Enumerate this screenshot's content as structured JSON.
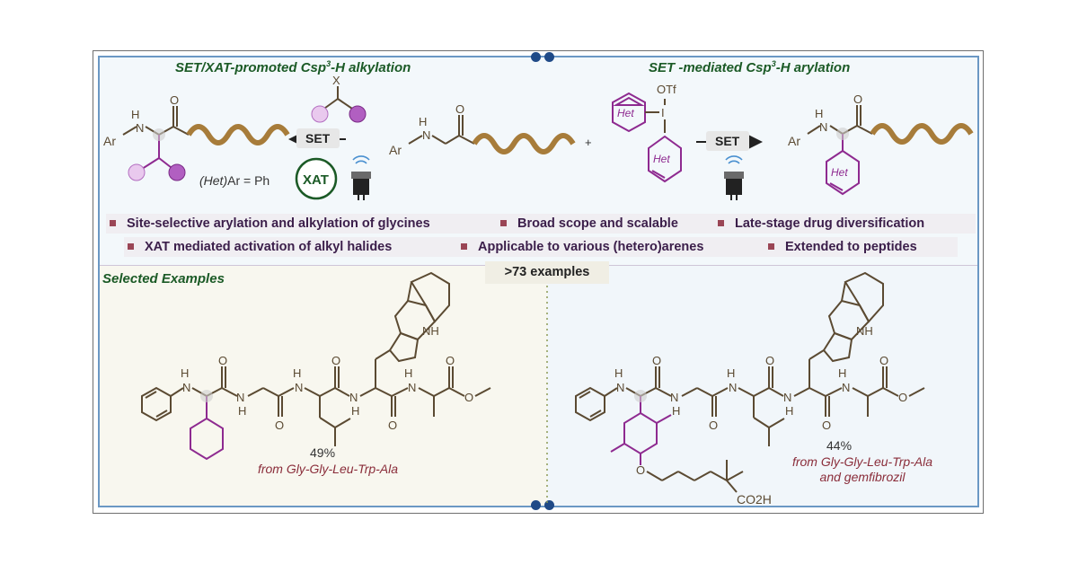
{
  "header": {
    "left_title_prefix": "SET/XAT-promoted Csp",
    "left_title_sup": "3",
    "left_title_suffix": "-H alkylation",
    "right_title_prefix": "SET -mediated Csp",
    "right_title_sup": "3",
    "right_title_suffix": "-H arylation"
  },
  "scheme": {
    "set_left": "SET",
    "set_right": "SET",
    "xat": "XAT",
    "het_ar_prefix": "(Het)",
    "het_ar_suffix": "Ar = Ph",
    "plus": "+",
    "labels": {
      "ar": "Ar",
      "h": "H",
      "n": "N",
      "o": "O",
      "x": "X",
      "otf": "OTf",
      "i": "I",
      "het": "Het"
    }
  },
  "bullets": {
    "row1": [
      "Site-selective arylation and alkylation of glycines",
      "Broad scope and scalable",
      "Late-stage drug diversification"
    ],
    "row2": [
      "XAT mediated activation of alkyl halides",
      "Applicable to various (hetero)arenes",
      "Extended to peptides"
    ]
  },
  "examples_badge": ">73 examples",
  "selected_title": "Selected Examples",
  "example_left": {
    "yield": "49%",
    "from": "from Gly-Gly-Leu-Trp-Ala"
  },
  "example_right": {
    "yield": "44%",
    "from_line1": "from Gly-Gly-Leu-Trp-Ala",
    "from_line2": "and gemfibrozil",
    "co2h": "CO2H"
  },
  "colors": {
    "chain": "#a77c3a",
    "purple": "#8e2a90",
    "bond": "#5b4a32",
    "title_green": "#1b5a26",
    "frame_blue": "#6b98c4"
  }
}
